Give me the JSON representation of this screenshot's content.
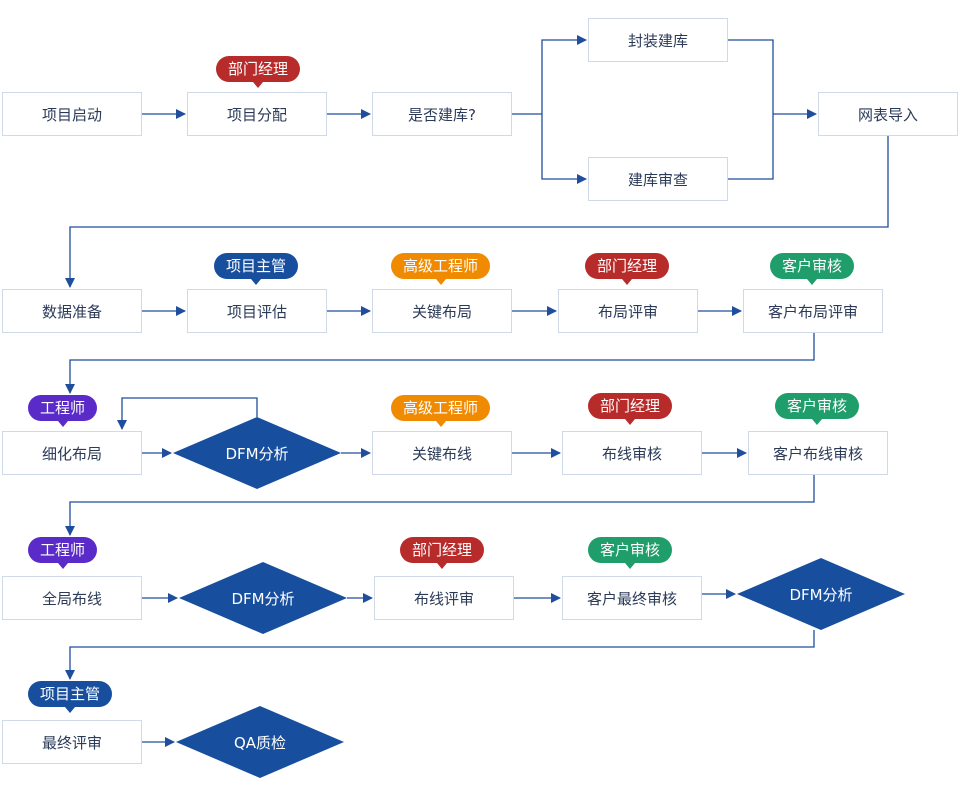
{
  "colors": {
    "line": "#1f4e9c",
    "diamond": "#174f9e",
    "box_border": "#cfd9e8",
    "tag_red": "#b72b2b",
    "tag_navy": "#174f9e",
    "tag_orange": "#f08a00",
    "tag_green": "#1f9e6b",
    "tag_purple": "#5b2bc9"
  },
  "nodes": {
    "xiangmu_qidong": "项目启动",
    "xiangmu_fenpei": "项目分配",
    "shifou_jianku": "是否建库?",
    "fengzhuang_jianku": "封装建库",
    "jianku_shencha": "建库审查",
    "wangbiao_daoru": "网表导入",
    "shuju_zhunbei": "数据准备",
    "xiangmu_pinggu": "项目评估",
    "guanjian_buju": "关键布局",
    "buju_pingshen": "布局评审",
    "kehu_buju_pingshen": "客户布局评审",
    "xihua_buju": "细化布局",
    "dfm_1": "DFM分析",
    "guanjian_buxian": "关键布线",
    "buxian_shenhe": "布线审核",
    "kehu_buxian_shenhe": "客户布线审核",
    "quanju_buxian": "全局布线",
    "dfm_2": "DFM分析",
    "buxian_pingshen": "布线评审",
    "kehu_zuizhong_shenhe": "客户最终审核",
    "dfm_3": "DFM分析",
    "zuizhong_pingshen": "最终评审",
    "qa_zhijian": "QA质检"
  },
  "roles": {
    "bumen_jingli": "部门经理",
    "xiangmu_zhuguan": "项目主管",
    "gaoji_gongchengshi": "高级工程师",
    "kehu_shenhe": "客户审核",
    "gongchengshi": "工程师"
  }
}
